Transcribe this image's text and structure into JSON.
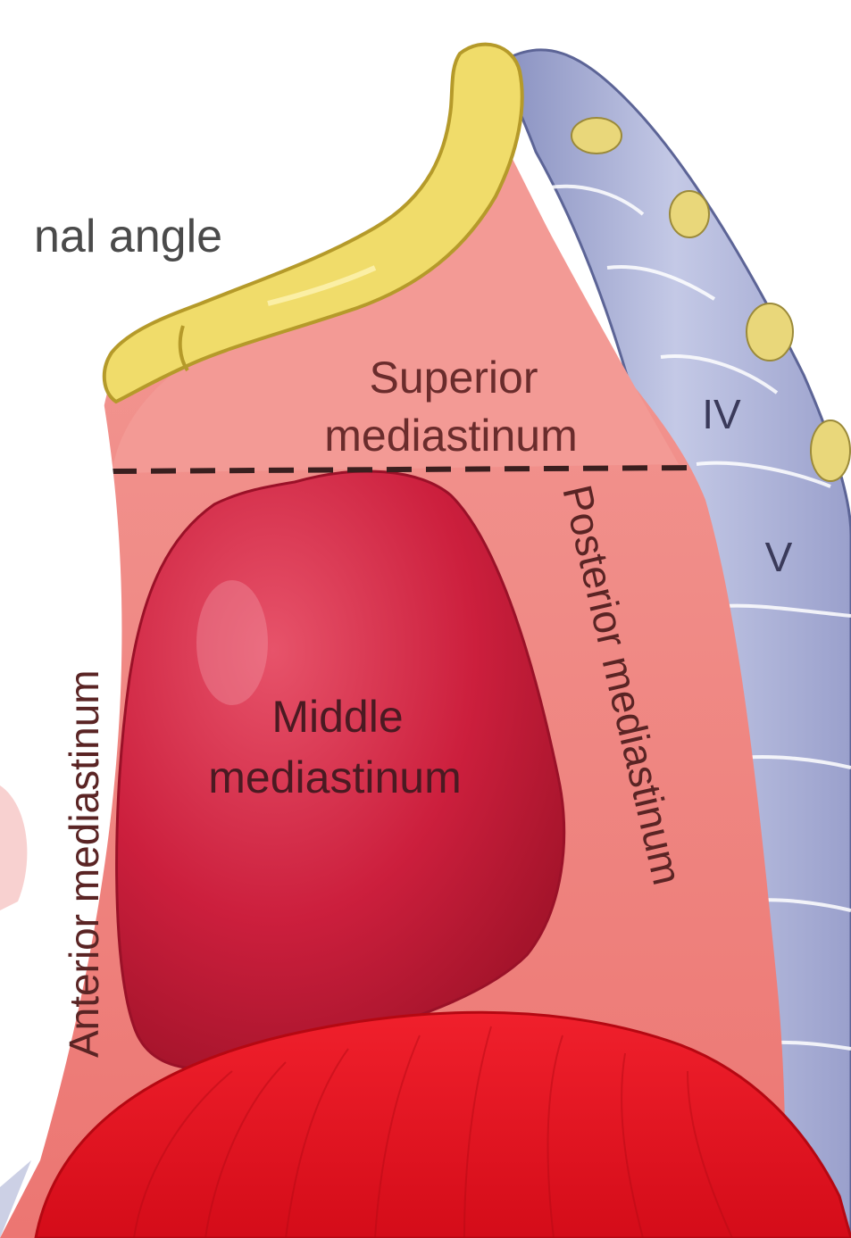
{
  "labels": {
    "sternal_angle": "nal angle",
    "superior_line1": "Superior",
    "superior_line2": "mediastinum",
    "middle_line1": "Middle",
    "middle_line2": "mediastinum",
    "anterior": "Anterior mediastinum",
    "posterior": "Posterior mediastinum",
    "vertebra_iv": "IV",
    "vertebra_v": "V"
  },
  "colors": {
    "sternum": "#f0dc6a",
    "sternum_outline": "#b59a2a",
    "mediastinum": "#ef7e7a",
    "superior": "#f19591",
    "heart": "#cc1f3d",
    "diaphragm": "#e5101f",
    "spine": "#9aa2cc",
    "text": "#4a2a2a"
  }
}
